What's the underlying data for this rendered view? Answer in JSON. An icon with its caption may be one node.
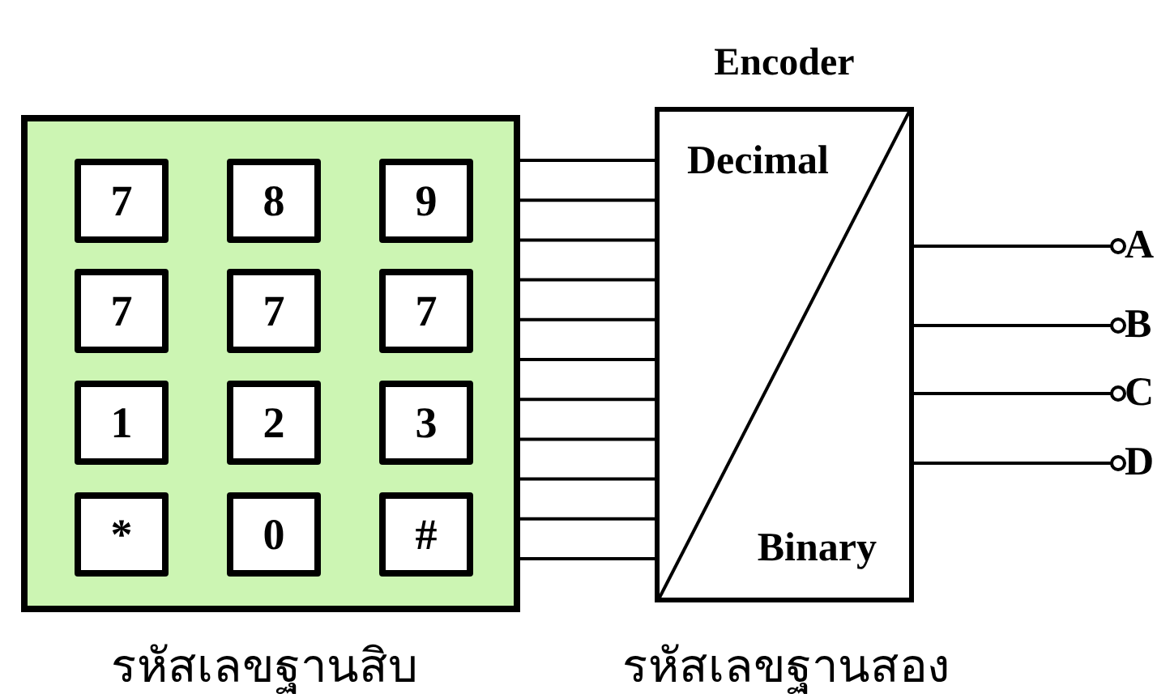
{
  "diagram": {
    "nodes": [
      {
        "text": [],
        "shape": "box",
        "beside": [
          "รหัสเลขฐานสิบ"
        ]
      },
      {
        "text": [
          "7"
        ],
        "in": 0
      },
      {
        "text": [
          "8"
        ],
        "in": 0
      },
      {
        "text": [
          "9"
        ],
        "in": 0
      },
      {
        "text": [
          "7"
        ],
        "in": 0
      },
      {
        "text": [
          "7"
        ],
        "in": 0
      },
      {
        "text": [
          "7"
        ],
        "in": 0
      },
      {
        "text": [
          "1"
        ],
        "in": 0
      },
      {
        "text": [
          "2"
        ],
        "in": 0
      },
      {
        "text": [
          "3"
        ],
        "in": 0
      },
      {
        "text": [
          "*"
        ],
        "in": 0
      },
      {
        "text": [
          "0"
        ],
        "in": 0
      },
      {
        "text": [
          "#"
        ],
        "in": 0
      },
      {
        "text": [
          "Encoder",
          "Decimal",
          "Binary"
        ],
        "beside": [
          "รหัสเลขฐานสอง"
        ]
      },
      {
        "text": [
          "A"
        ]
      },
      {
        "text": [
          "B"
        ]
      },
      {
        "text": [
          "C"
        ]
      },
      {
        "text": [
          "D"
        ]
      }
    ],
    "edges": [
      {
        "from": 0,
        "to": 13,
        "arrow": "none"
      },
      {
        "from": 0,
        "to": 13,
        "arrow": "none"
      },
      {
        "from": 0,
        "to": 13,
        "arrow": "none"
      },
      {
        "from": 0,
        "to": 13,
        "arrow": "none"
      },
      {
        "from": 0,
        "to": 13,
        "arrow": "none"
      },
      {
        "from": 0,
        "to": 13,
        "arrow": "none"
      },
      {
        "from": 0,
        "to": 13,
        "arrow": "none"
      },
      {
        "from": 0,
        "to": 13,
        "arrow": "none"
      },
      {
        "from": 0,
        "to": 13,
        "arrow": "none"
      },
      {
        "from": 0,
        "to": 13,
        "arrow": "none"
      },
      {
        "from": 0,
        "to": 13,
        "arrow": "none"
      },
      {
        "from": 13,
        "to": 14,
        "arrow": "other"
      },
      {
        "from": 13,
        "to": 15,
        "arrow": "other"
      },
      {
        "from": 13,
        "to": 16,
        "arrow": "other"
      },
      {
        "from": 13,
        "to": 17,
        "arrow": "other"
      }
    ]
  }
}
